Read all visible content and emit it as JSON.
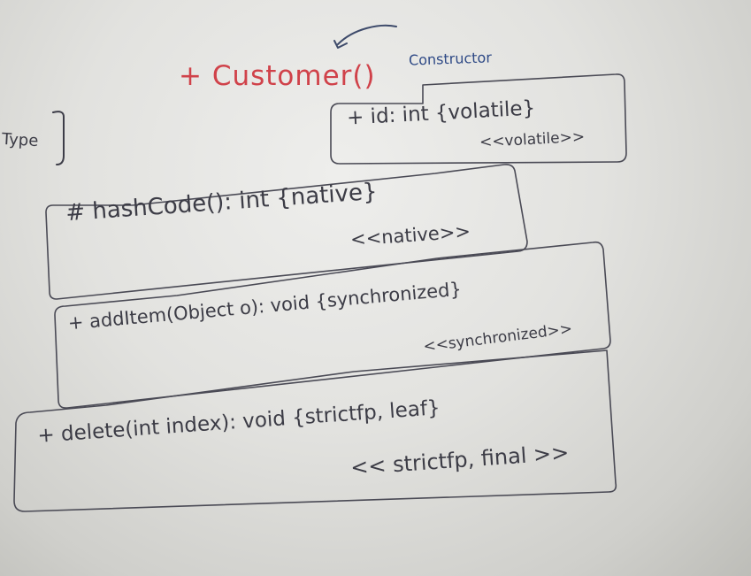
{
  "constructor": {
    "label": "+ Customer()",
    "annotation": "Constructor"
  },
  "type_label": "Type",
  "members": [
    {
      "signature": "+ id: int {volatile}",
      "stereotype": "<<volatile>>"
    },
    {
      "signature": "# hashCode(): int {native}",
      "stereotype": "<<native>>"
    },
    {
      "signature": "+ addItem(Object o): void {synchronized}",
      "stereotype": "<<synchronized>>"
    },
    {
      "signature": "+ delete(int index): void {strictfp, leaf}",
      "stereotype": "<< strictfp, final >>"
    }
  ],
  "colors": {
    "constructor_text": "#d0424a",
    "annotation_text": "#2f4a86",
    "ink": "#3c3c46"
  }
}
